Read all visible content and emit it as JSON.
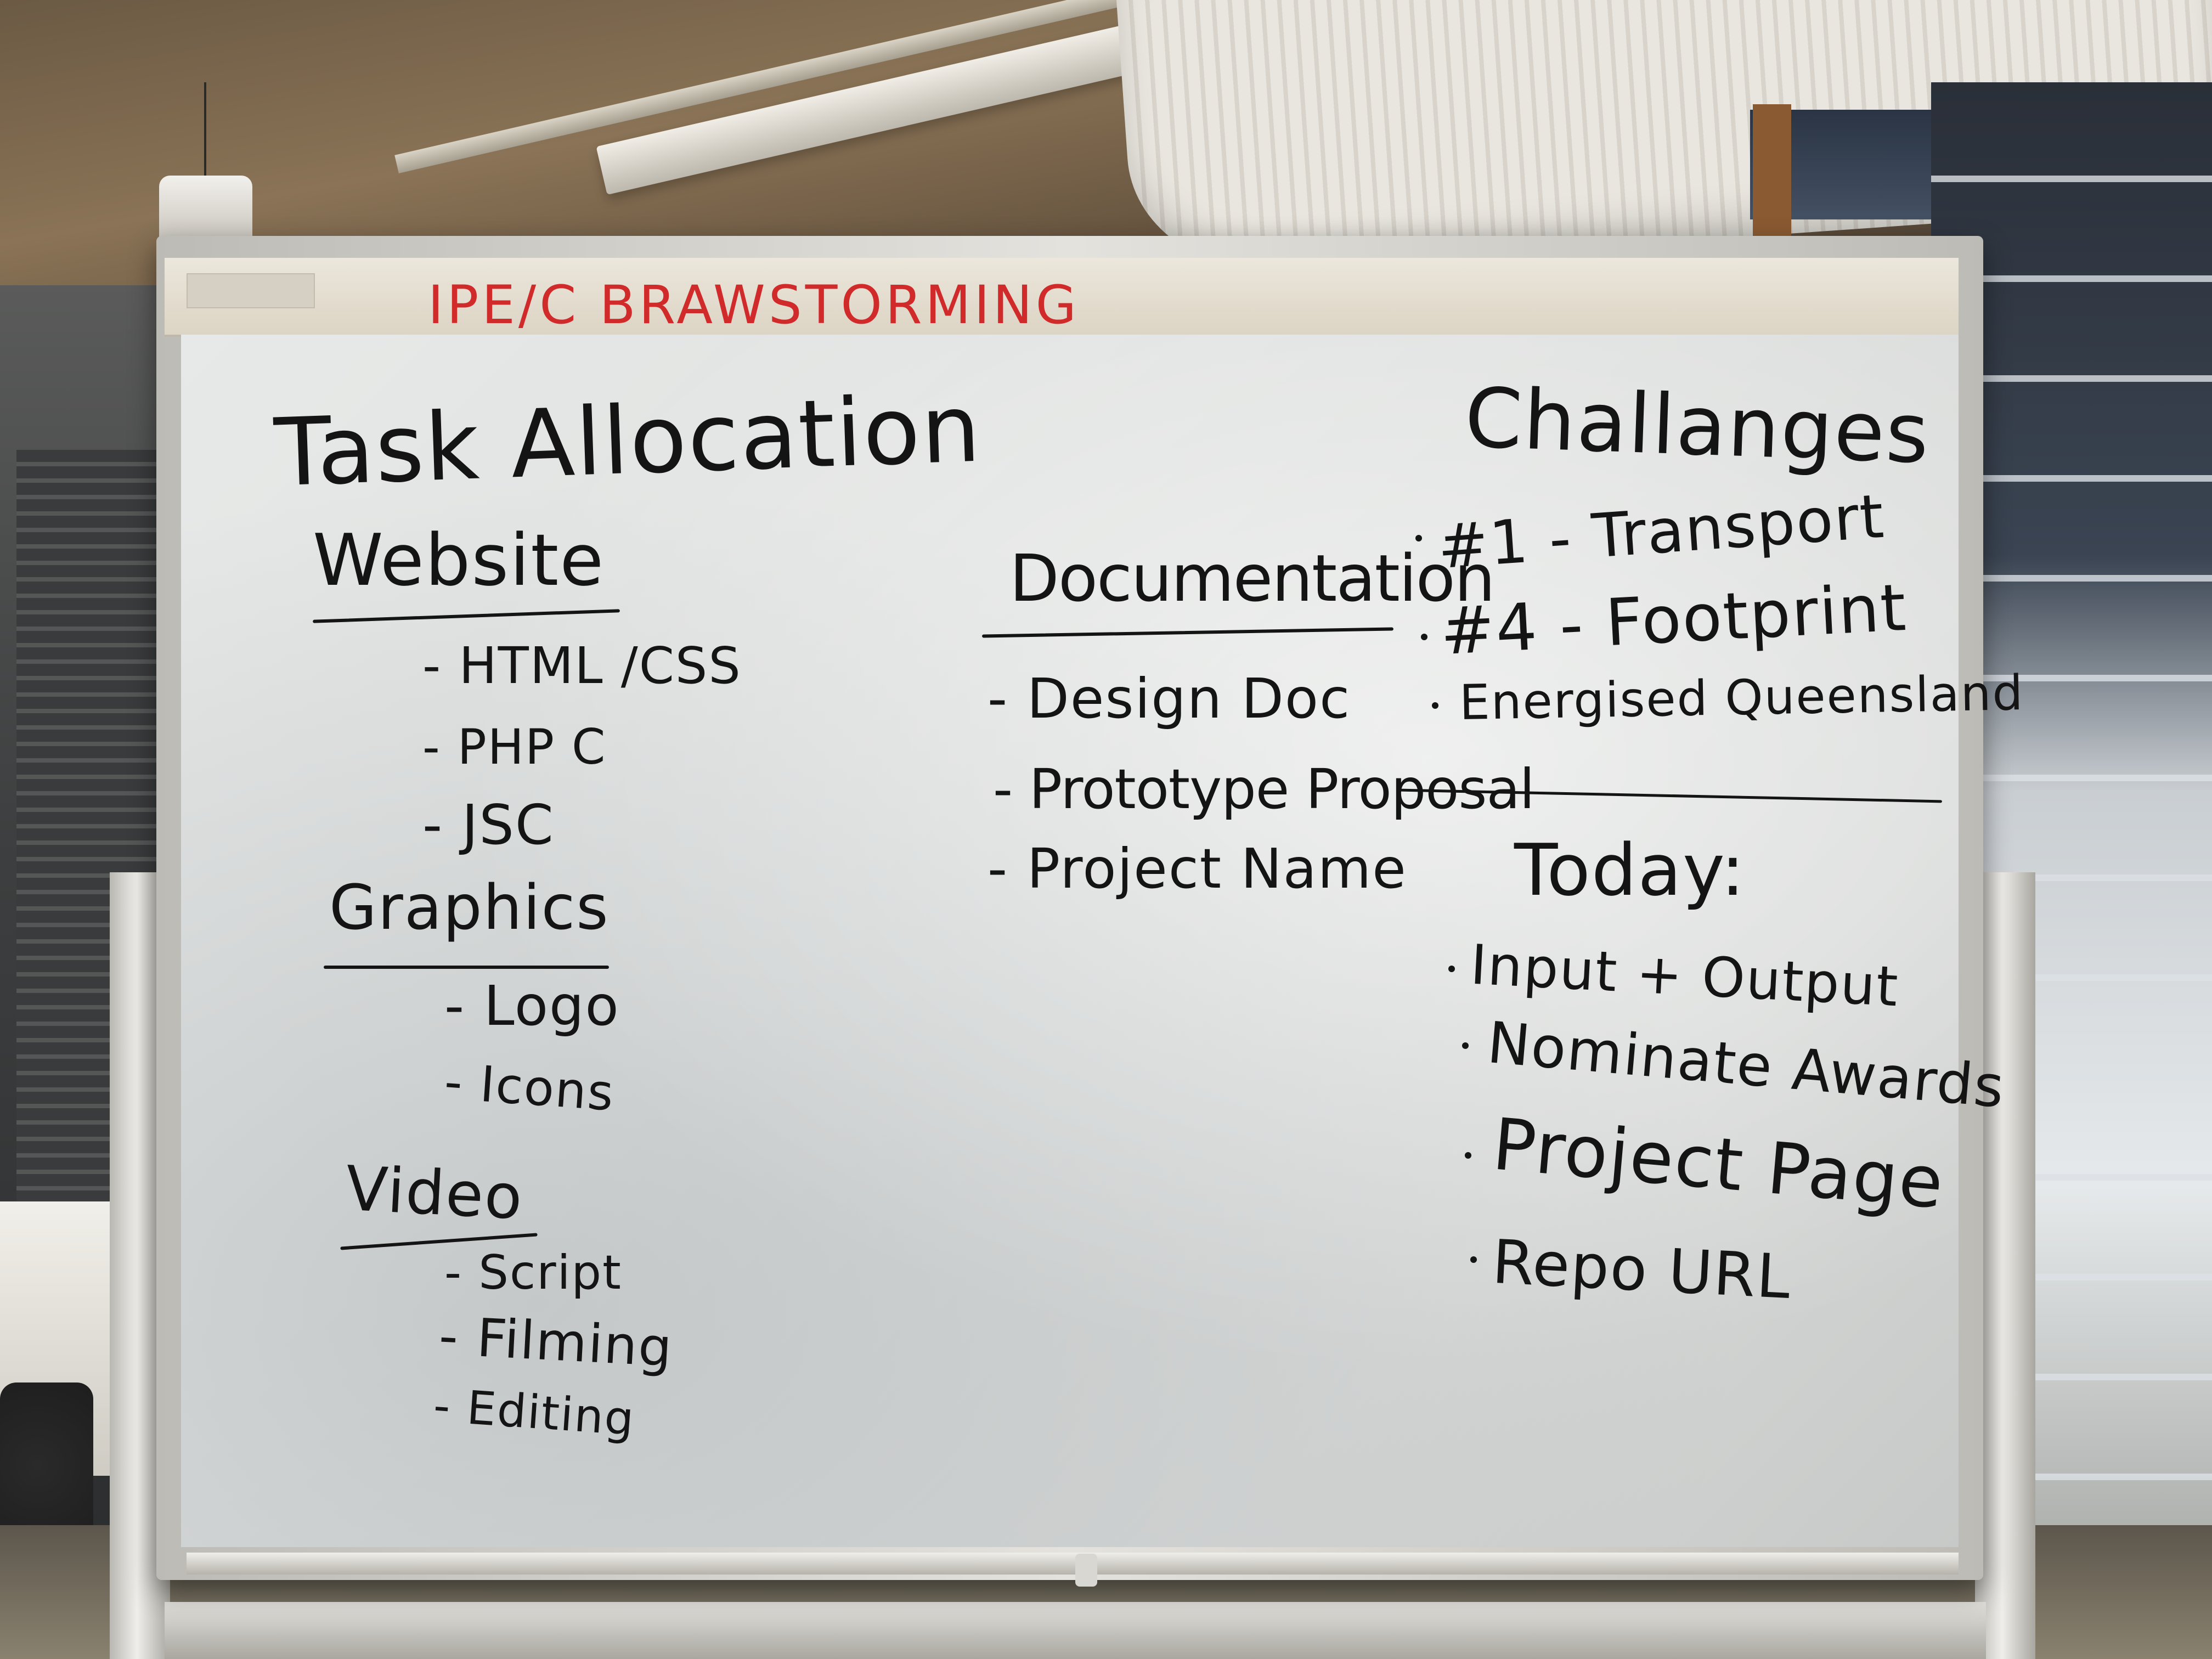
{
  "board": {
    "header": "IPE/C BRAWSTORMING",
    "task_allocation": {
      "title": "Task Allocation",
      "website": {
        "heading": "Website",
        "items": [
          "- HTML /CSS",
          "- PHP C",
          "- JSC"
        ]
      },
      "graphics": {
        "heading": "Graphics",
        "items": [
          "- Logo",
          "- Icons"
        ]
      },
      "video": {
        "heading": "Video",
        "items": [
          "- Script",
          "- Filming",
          "- Editing"
        ]
      },
      "documentation": {
        "heading": "Documentation",
        "items": [
          "- Design Doc",
          "- Prototype Proposal",
          "- Project Name"
        ]
      }
    },
    "challenges": {
      "title": "Challanges",
      "items": [
        "#1 - Transport",
        "#4 - Footprint",
        "Energised Queensland"
      ]
    },
    "today": {
      "title": "Today:",
      "items": [
        "Input + Output",
        "Nominate Awards",
        "Project Page",
        "Repo URL"
      ]
    }
  },
  "colors": {
    "marker_black": "#141414",
    "marker_red": "#d12a2a",
    "board_white": "#e2e4e3"
  }
}
